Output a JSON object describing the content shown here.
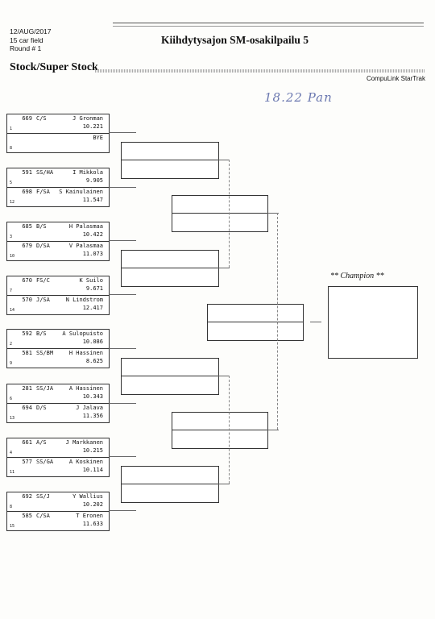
{
  "header": {
    "date": "12/AUG/2017",
    "field": "15 car field",
    "round": "Round # 1",
    "title": "Kiihdytysajon SM-osakilpailu 5",
    "class_name": "Stock/Super Stock",
    "software": "CompuLink StarTrak",
    "handwritten_note": "18.22 Pan"
  },
  "matchups": [
    {
      "top": {
        "number": "669",
        "class": "C/S",
        "driver": "J Gronman",
        "et": "10.221",
        "seed": "1"
      },
      "bottom": {
        "number": "",
        "class": "",
        "driver": "BYE",
        "et": "",
        "seed": "8"
      }
    },
    {
      "top": {
        "number": "591",
        "class": "SS/HA",
        "driver": "I Mikkola",
        "et": "9.905",
        "seed": "5"
      },
      "bottom": {
        "number": "698",
        "class": "F/SA",
        "driver": "S Kainulainen",
        "et": "11.547",
        "seed": "12"
      }
    },
    {
      "top": {
        "number": "685",
        "class": "B/S",
        "driver": "H Palasmaa",
        "et": "10.422",
        "seed": "3"
      },
      "bottom": {
        "number": "679",
        "class": "D/SA",
        "driver": "V Palasmaa",
        "et": "11.073",
        "seed": "10"
      }
    },
    {
      "top": {
        "number": "670",
        "class": "FS/C",
        "driver": "K Suilo",
        "et": "9.671",
        "seed": "7"
      },
      "bottom": {
        "number": "570",
        "class": "J/SA",
        "driver": "N Lindstrom",
        "et": "12.417",
        "seed": "14"
      }
    },
    {
      "top": {
        "number": "592",
        "class": "B/S",
        "driver": "A Sulopuisto",
        "et": "10.086",
        "seed": "2"
      },
      "bottom": {
        "number": "581",
        "class": "SS/BM",
        "driver": "H Hassinen",
        "et": "8.625",
        "seed": "9"
      }
    },
    {
      "top": {
        "number": "281",
        "class": "SS/JA",
        "driver": "A Hassinen",
        "et": "10.343",
        "seed": "6"
      },
      "bottom": {
        "number": "694",
        "class": "D/S",
        "driver": "J Jalava",
        "et": "11.356",
        "seed": "13"
      }
    },
    {
      "top": {
        "number": "661",
        "class": "A/S",
        "driver": "J Markkanen",
        "et": "10.215",
        "seed": "4"
      },
      "bottom": {
        "number": "577",
        "class": "SS/GA",
        "driver": "A Koskinen",
        "et": "10.114",
        "seed": "11"
      }
    },
    {
      "top": {
        "number": "692",
        "class": "SS/J",
        "driver": "Y Wallius",
        "et": "10.202",
        "seed": "8"
      },
      "bottom": {
        "number": "585",
        "class": "C/SA",
        "driver": "T Eronen",
        "et": "11.633",
        "seed": "15"
      }
    }
  ],
  "champion_label": "** Champion **"
}
